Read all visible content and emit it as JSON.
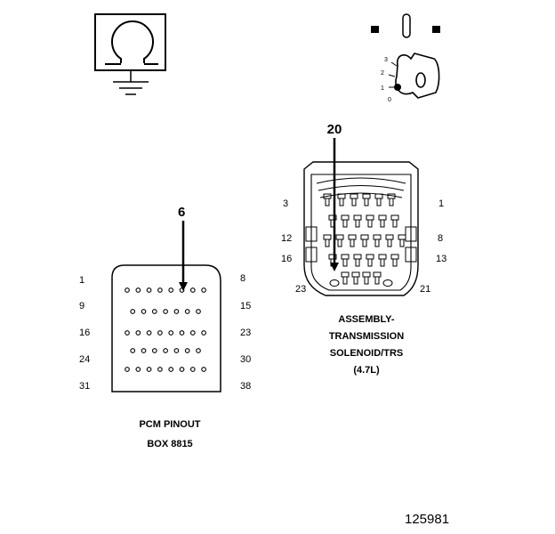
{
  "ohmmeter": {
    "icon": "ohm-symbol-icon",
    "ground_icon": "ground-icon"
  },
  "ignition_switch": {
    "icon": "ignition-key-icon",
    "positions": [
      "3",
      "2",
      "1",
      "0"
    ]
  },
  "pcm": {
    "callout": "6",
    "left_labels": [
      "1",
      "9",
      "16",
      "24",
      "31"
    ],
    "right_labels": [
      "8",
      "15",
      "23",
      "30",
      "38"
    ],
    "pin_rows": [
      8,
      7,
      8,
      7,
      8
    ],
    "caption_line1": "PCM PINOUT",
    "caption_line2": "BOX 8815"
  },
  "connector": {
    "callout": "20",
    "labels": {
      "left_top": "3",
      "left_mid": "12",
      "left_low": "16",
      "left_bottom": "23",
      "right_top": "1",
      "right_mid": "8",
      "right_low": "13",
      "right_bottom": "21"
    },
    "caption_line1": "ASSEMBLY-",
    "caption_line2": "TRANSMISSION",
    "caption_line3": "SOLENOID/TRS",
    "caption_line4": "(4.7L)"
  },
  "figure_number": "125981"
}
